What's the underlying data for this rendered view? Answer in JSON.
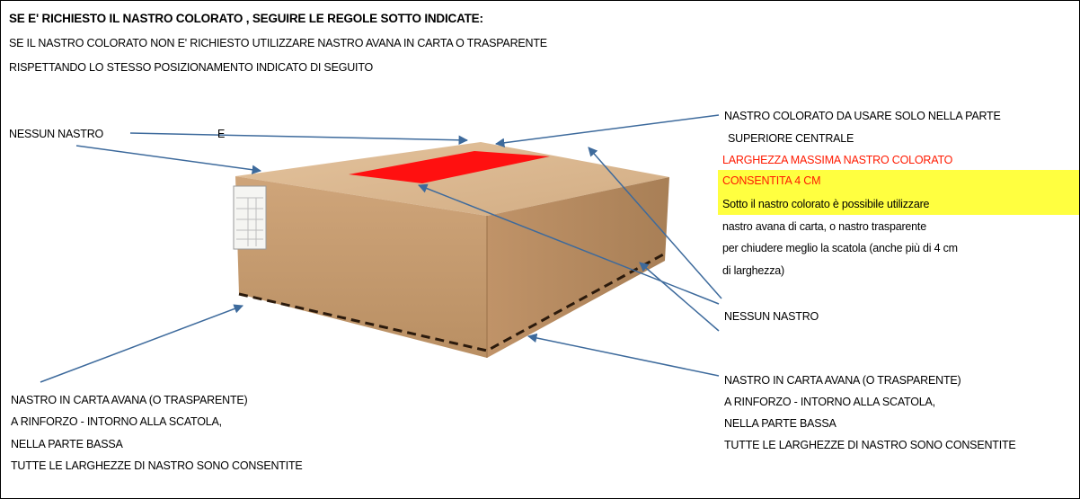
{
  "header": {
    "line1": "SE E' RICHIESTO IL NASTRO COLORATO , SEGUIRE LE REGOLE SOTTO INDICATE:",
    "line2": "SE IL NASTRO COLORATO NON E' RICHIESTO UTILIZZARE NASTRO AVANA IN CARTA O TRASPARENTE",
    "line3": "RISPETTANDO LO STESSO POSIZIONAMENTO INDICATO DI SEGUITO"
  },
  "labels": {
    "nessun_nastro_left": "NESSUN NASTRO",
    "stray_e": "E",
    "top_right_1": "NASTRO COLORATO DA USARE SOLO NELLA PARTE",
    "top_right_2": "SUPERIORE CENTRALE",
    "warn_1": "LARGHEZZA MASSIMA NASTRO COLORATO",
    "warn_2": "CONSENTITA 4 CM",
    "note_1": "Sotto il nastro colorato è possibile utilizzare",
    "note_2": "nastro avana di carta, o nastro trasparente",
    "note_3": "per chiudere meglio la scatola (anche più di 4 cm",
    "note_4": "di larghezza)",
    "nessun_nastro_right": "NESSUN NASTRO",
    "bottom_right_1": "NASTRO IN CARTA AVANA (O TRASPARENTE)",
    "bottom_right_2": "A RINFORZO - INTORNO ALLA SCATOLA,",
    "bottom_right_3": "NELLA PARTE BASSA",
    "bottom_right_4": "TUTTE LE LARGHEZZE DI NASTRO SONO CONSENTITE",
    "bottom_left_1": "NASTRO IN CARTA AVANA (O TRASPARENTE)",
    "bottom_left_2": "A RINFORZO - INTORNO ALLA SCATOLA,",
    "bottom_left_3": "NELLA PARTE BASSA",
    "bottom_left_4": "TUTTE LE LARGHEZZE DI NASTRO SONO CONSENTITE"
  },
  "colors": {
    "tape": "#ff1010",
    "highlight": "#ffff40",
    "warning_text": "#ff1a00",
    "box_front": "#c59c71",
    "box_side": "#b38a60",
    "box_top": "#d8b58c",
    "arrow": "#3d6a9c"
  }
}
